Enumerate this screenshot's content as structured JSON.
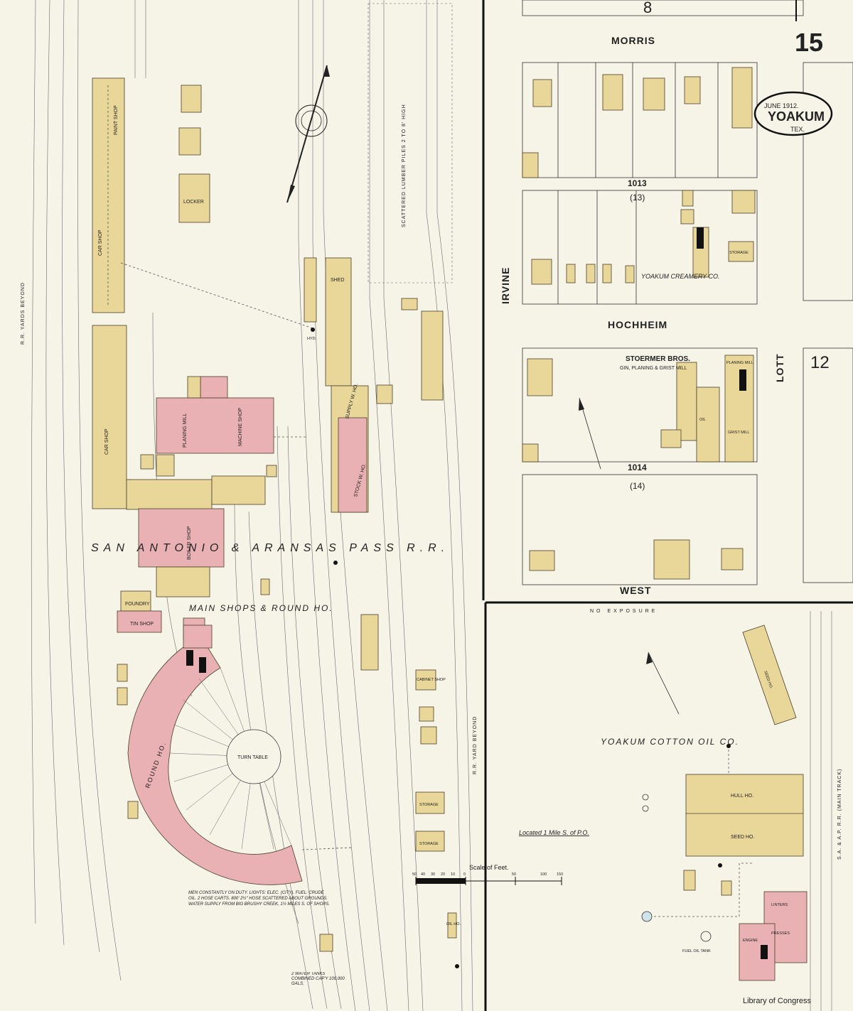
{
  "sheet": {
    "number": "15",
    "title_town": "YOAKUM",
    "title_state": "TEX.",
    "title_date": "JUNE 1912.",
    "adjoining_sheet_top": "8",
    "adjoining_sheet_right": "12",
    "library_stamp": "Library of Congress"
  },
  "streets": {
    "morris": "MORRIS",
    "hochheim": "HOCHHEIM",
    "west": "WEST",
    "irvine": "IRVINE",
    "lott": "LOTT"
  },
  "blocks": {
    "b1013": "1013",
    "b1013_sub": "(13)",
    "b1014": "1014",
    "b1014_sub": "(14)"
  },
  "railroad": {
    "name": "SAN ANTONIO & ARANSAS PASS R.R.",
    "subtitle": "MAIN SHOPS & ROUND HO.",
    "yards_left": "R.R. YARDS BEYOND",
    "yard_right": "R.R. YARD BEYOND",
    "main_track": "S.A. & A.P. R.R. (MAIN TRACK)",
    "lumber": "SCATTERED LUMBER PILES 2 TO 8' HIGH",
    "turntable": "TURN TABLE",
    "roundhouse": "ROUND HO.",
    "note": "MEN CONSTANTLY ON DUTY. LIGHTS: ELEC. (CITY). FUEL: CRUDE OIL. 2 HOSE CARTS. 800' 2½\" HOSE SCATTERED ABOUT GROUNDS. WATER SUPPLY FROM BIG BRUSHY CREEK, 1½ MILES S. OF SHOPS.",
    "water_tanks": "2 WATER TANKS COMBINED CAP'Y 100,000 GALS."
  },
  "businesses": {
    "creamery": "YOAKUM CREAMERY CO.",
    "stoermer": "STOERMER BROS.",
    "stoermer_sub": "GIN, PLANING & GRIST MILL",
    "cotton_oil": "YOAKUM COTTON OIL CO.",
    "location": "Located 1 Mile S. of P.O.",
    "no_exposure": "NO EXPOSURE"
  },
  "labels": {
    "car_shop": "CAR SHOP",
    "paint_shop": "PAINT SHOP",
    "car_shop_2": "CAR SHOP",
    "planing_mill": "PLANING MILL",
    "machine_shop": "MACHINE SHOP",
    "boiler_shop": "BOILER SHOP",
    "tin_shop": "TIN SHOP",
    "foundry": "FOUNDRY",
    "shed": "SHED",
    "supply_wh": "SUPPLY W. HO.",
    "stock_wh": "STOCK W. HO.",
    "locker": "LOCKER",
    "cabinet_shop": "CABINET SHOP",
    "storage_1": "STORAGE",
    "storage_2": "STORAGE",
    "storage_3": "STORAGE",
    "hull_ho": "HULL HO.",
    "seed_ho": "SEED HO.",
    "seed_ho_2": "SEED HO.",
    "planing_mill_2": "PLANING MILL",
    "grist_mill": "GRIST MILL",
    "oil": "OIL",
    "oil_ho": "OIL HO.",
    "fuel_oil_tank": "FUEL OIL TANK",
    "hyd": "HYD.",
    "linters": "LINTERS",
    "presses": "PRESSES",
    "engine": "ENGINE"
  },
  "scale": {
    "title": "Scale of Feet.",
    "ticks": [
      "50",
      "40",
      "30",
      "20",
      "10",
      "0",
      "50",
      "100",
      "150"
    ]
  },
  "colors": {
    "frame_yellow": "#e9d79a",
    "brick_pink": "#eab1b4",
    "paper": "#f6f3e7",
    "ink": "#222222"
  }
}
